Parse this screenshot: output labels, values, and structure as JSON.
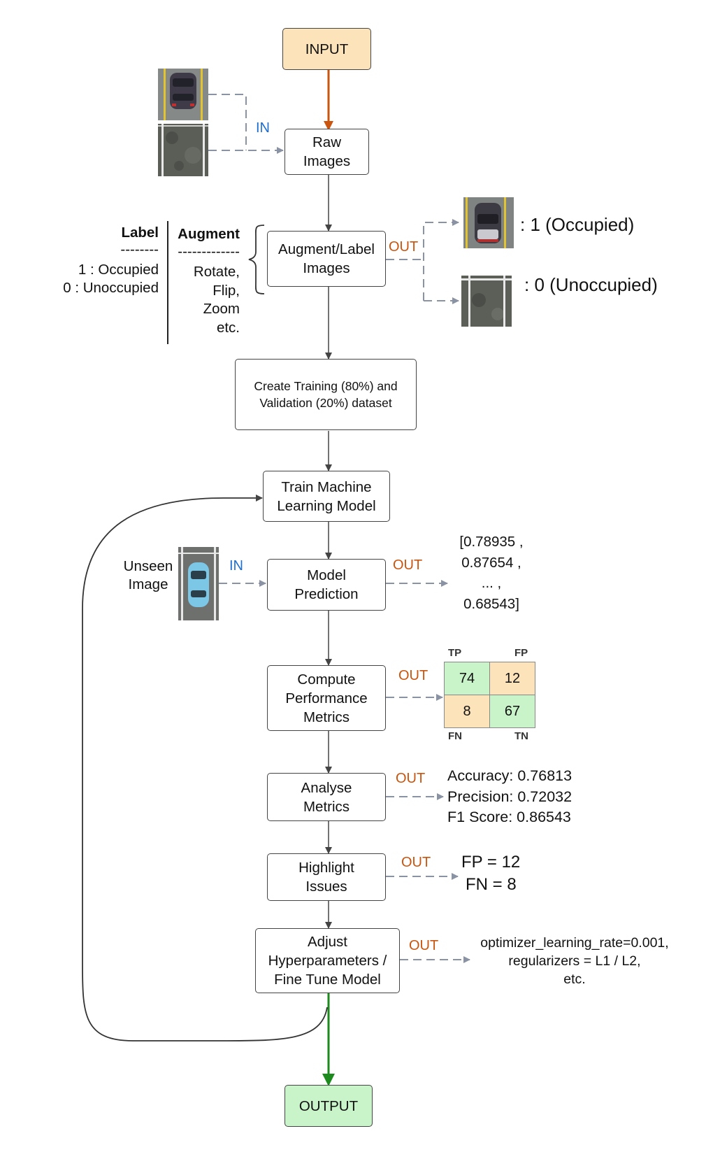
{
  "colors": {
    "input_fill": "#fde3b9",
    "output_fill": "#c9f3c9",
    "in_label": "#1e6fd1",
    "out_label": "#c9550f",
    "input_arrow": "#c9550f",
    "output_arrow": "#1d8a1d",
    "dashed_arrow": "#8a93a3",
    "tp_tn_cell": "#c9f3c9",
    "fp_fn_cell": "#fde3b9"
  },
  "nodes": {
    "input": "INPUT",
    "raw_images": "Raw\nImages",
    "augment_label": "Augment/Label\nImages",
    "create_dataset": "Create Training (80%) and\nValidation (20%) dataset",
    "train_model": "Train Machine\nLearning Model",
    "model_prediction": "Model\nPrediction",
    "compute_metrics": "Compute\nPerformance\nMetrics",
    "analyse_metrics": "Analyse\nMetrics",
    "highlight_issues": "Highlight\nIssues",
    "adjust": "Adjust\nHyperparameters /\nFine Tune Model",
    "output": "OUTPUT"
  },
  "io": {
    "in_raw": "IN",
    "out_augment": "OUT",
    "in_prediction": "IN",
    "out_prediction": "OUT",
    "out_metrics": "OUT",
    "out_analyse": "OUT",
    "out_highlight": "OUT",
    "out_adjust": "OUT"
  },
  "label_column": {
    "title": "Label",
    "divider": "--------",
    "line1": "1 : Occupied",
    "line2": "0 : Unoccupied"
  },
  "augment_column": {
    "title": "Augment",
    "divider": "-------------",
    "lines": "Rotate,\nFlip,\nZoom\netc."
  },
  "classes": {
    "occupied": ": 1 (Occupied)",
    "unoccupied": ": 0 (Unoccupied)"
  },
  "unseen_image": "Unseen\nImage",
  "prediction_output": "[0.78935 ,\n0.87654 ,\n... ,\n0.68543]",
  "confusion_matrix": {
    "tp_label": "TP",
    "fp_label": "FP",
    "fn_label": "FN",
    "tn_label": "TN",
    "tp": "74",
    "fp": "12",
    "fn": "8",
    "tn": "67"
  },
  "metrics_output": {
    "accuracy": "Accuracy: 0.76813",
    "precision": "Precision: 0.72032",
    "f1": "F1 Score: 0.86543"
  },
  "issues_output": {
    "fp": "FP = 12",
    "fn": "FN = 8"
  },
  "hyperparams_output": "optimizer_learning_rate=0.001,\nregularizers = L1 / L2,\netc."
}
